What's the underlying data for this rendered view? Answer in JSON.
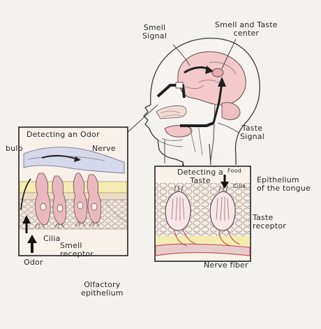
{
  "labels": {
    "smell_signal": "Smell\nSignal",
    "smell_taste_center": "Smell and Taste\ncenter",
    "taste_signal": "Taste\nSignal",
    "detecting_odor": "Detecting an Odor",
    "bulb": "bulb",
    "nerve": "Nerve",
    "cilia_left": "Cilia",
    "smell_receptor": "Smell\nreceptor",
    "odor": "Odor",
    "olfactory_epithelium": "Olfactory\nepithelium",
    "detecting_taste": "Detecting a\nTaste",
    "food": "Food",
    "cilia_right": "Cilia",
    "epithelium_tongue": "Epithelium\nof the tongue",
    "taste_receptor": "Taste\nreceptor",
    "nerve_fiber": "Nerve fiber"
  },
  "colors": {
    "ink": "#2a2a2a",
    "brain_pink": "#f3c9cc",
    "skin_pink": "#f2d4d2",
    "receptor_pink": "#eab9bf",
    "yellow": "#f4ecb0",
    "red_fiber": "#c9545c",
    "panel_bg": "#f7f1ea"
  }
}
